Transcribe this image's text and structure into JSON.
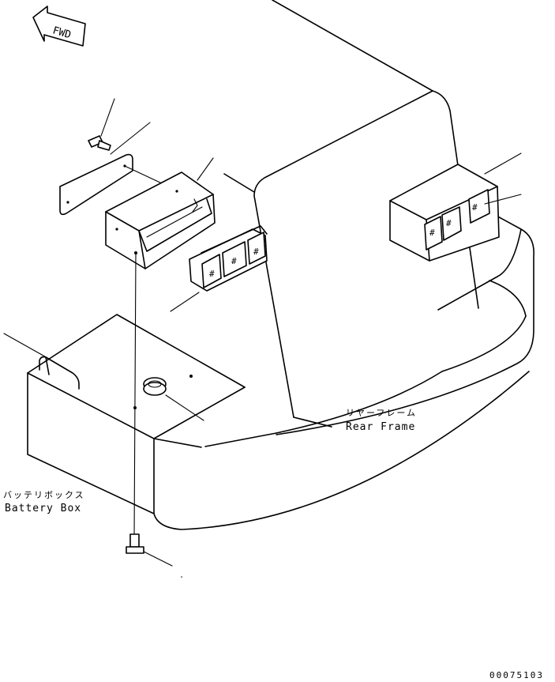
{
  "direction_arrow": {
    "text": "FWD"
  },
  "labels": {
    "rear_frame": {
      "jp": "リヤーフレーム",
      "en": "Rear Frame"
    },
    "battery_box": {
      "jp": "バッテリボックス",
      "en": "Battery Box"
    }
  },
  "switch_symbol": "#",
  "drawing_number": "00075103"
}
